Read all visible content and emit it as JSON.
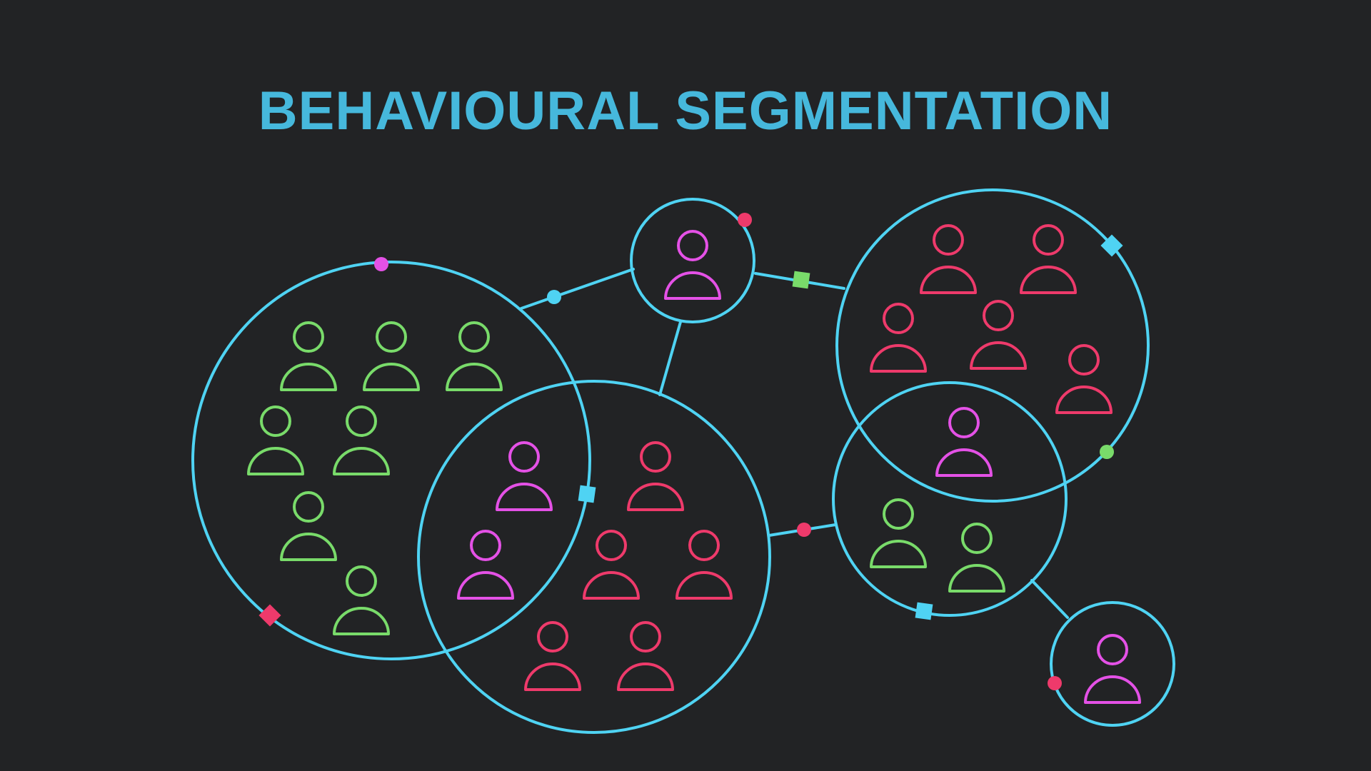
{
  "title": "BEHAVIOURAL SEGMENTATION",
  "colors": {
    "background": "#222325",
    "title": "#46b8dc",
    "line": "#4fd3f3",
    "green": "#79db6a",
    "magenta": "#e451e6",
    "crimson": "#ee3a6b",
    "cyan": "#4fd3f3"
  },
  "groups": [
    {
      "name": "group-left-large",
      "person_colors": [
        "green",
        "green",
        "green",
        "green",
        "green",
        "green",
        "green"
      ]
    },
    {
      "name": "group-center-large",
      "person_colors": [
        "magenta",
        "crimson",
        "magenta",
        "crimson",
        "crimson",
        "crimson",
        "crimson"
      ]
    },
    {
      "name": "group-top-small",
      "person_colors": [
        "magenta"
      ]
    },
    {
      "name": "group-top-right",
      "person_colors": [
        "crimson",
        "crimson",
        "crimson",
        "crimson",
        "crimson"
      ]
    },
    {
      "name": "group-right-overlap",
      "person_colors": [
        "magenta",
        "green",
        "green"
      ]
    },
    {
      "name": "group-bottom-right-small",
      "person_colors": [
        "magenta"
      ]
    }
  ],
  "markers": [
    {
      "shape": "dot",
      "color": "magenta"
    },
    {
      "shape": "dot",
      "color": "cyan"
    },
    {
      "shape": "dot",
      "color": "crimson"
    },
    {
      "shape": "square",
      "color": "green"
    },
    {
      "shape": "diamond",
      "color": "cyan"
    },
    {
      "shape": "dot",
      "color": "green"
    },
    {
      "shape": "square",
      "color": "cyan"
    },
    {
      "shape": "dot",
      "color": "crimson"
    },
    {
      "shape": "square",
      "color": "cyan"
    },
    {
      "shape": "dot",
      "color": "crimson"
    },
    {
      "shape": "diamond",
      "color": "crimson"
    }
  ]
}
